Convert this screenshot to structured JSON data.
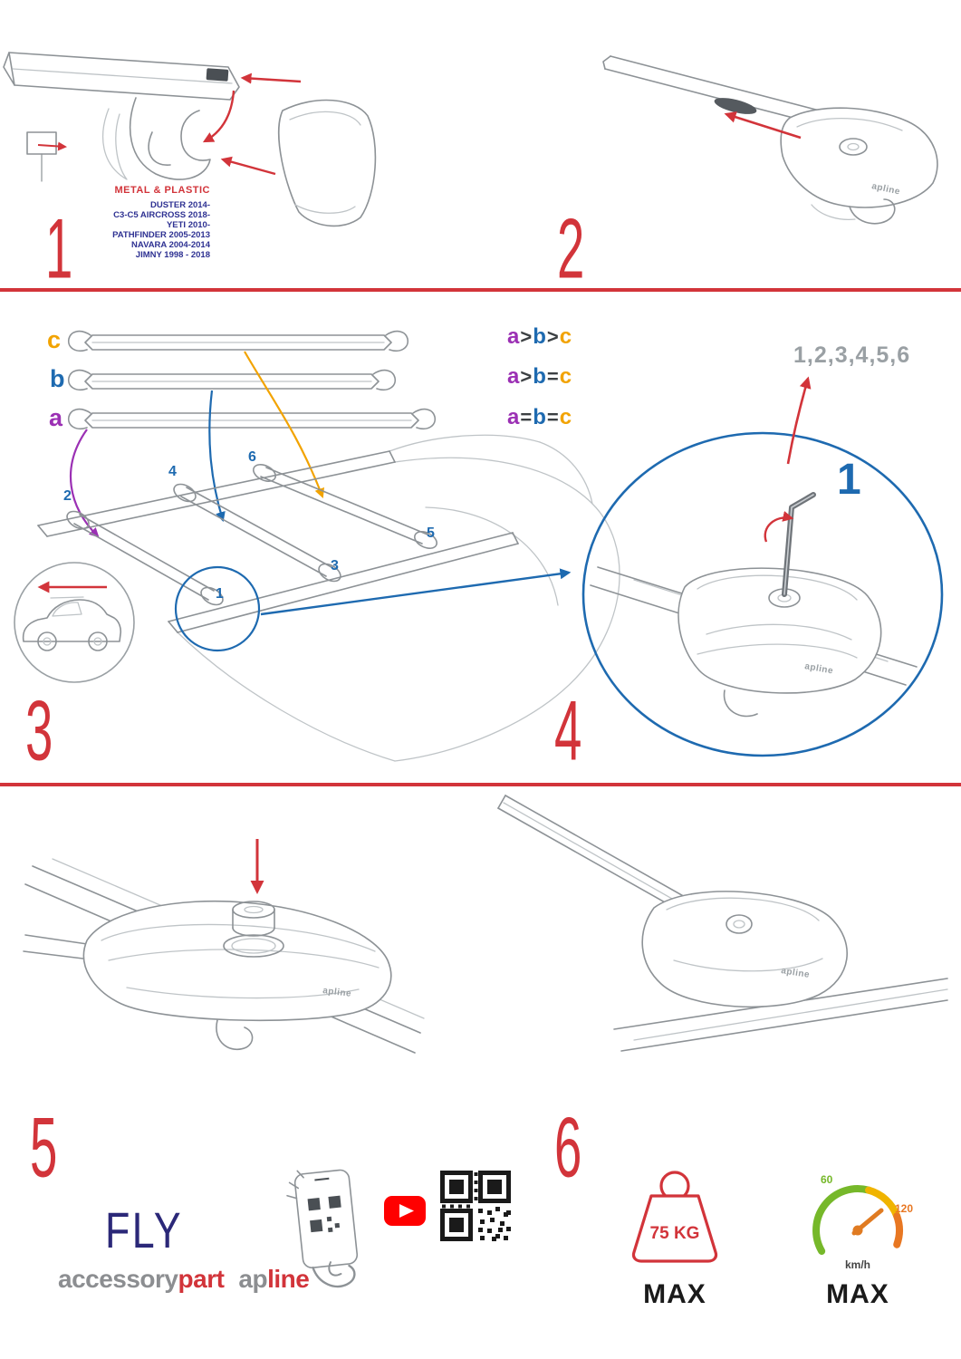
{
  "palette": {
    "red": "#d2343a",
    "blue": "#1e6ab0",
    "purple": "#9b30b4",
    "orange": "#f2a300",
    "gray": "#9aa0a4",
    "navy_fly": "#2b2878",
    "vehicle_blue": "#2e3192",
    "youtube_red": "#ff0000",
    "gauge_green": "#76b82a",
    "gauge_orange": "#e87722"
  },
  "header": {
    "step1": "1",
    "step2": "2",
    "material": "METAL & PLASTIC",
    "vehicles": [
      "DUSTER 2014-",
      "C3-C5 AIRCROSS 2018-",
      "YETI 2010-",
      "PATHFINDER 2005-2013",
      "NAVARA 2004-2014",
      "JIMNY 1998 - 2018"
    ]
  },
  "middle": {
    "step3": "3",
    "step4": "4",
    "bars": {
      "c": "c",
      "b": "b",
      "a": "a"
    },
    "legend": [
      [
        "a",
        ">",
        "b",
        ">",
        "c"
      ],
      [
        "a",
        ">",
        "b",
        "=",
        "c"
      ],
      [
        "a",
        "=",
        "b",
        "=",
        "c"
      ]
    ],
    "roof": {
      "p1": "1",
      "p2": "2",
      "p3": "3",
      "p4": "4",
      "p5": "5",
      "p6": "6"
    },
    "sequence": "1,2,3,4,5,6",
    "detail_number": "1"
  },
  "bottom": {
    "step5": "5",
    "step6": "6"
  },
  "branding": {
    "model": "FLY",
    "accessory": "accessory",
    "part": "part",
    "ap": "ap",
    "line": "line",
    "foot_logo": "apline"
  },
  "limits": {
    "weight_value": "75 KG",
    "weight_max_label": "MAX",
    "speed_min": "60",
    "speed_peak": "120",
    "speed_unit": "km/h",
    "speed_max_label": "MAX"
  }
}
